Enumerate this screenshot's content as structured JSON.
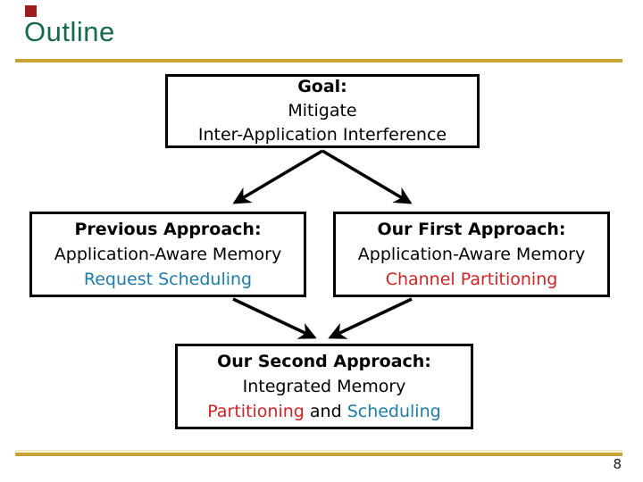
{
  "slide": {
    "title": "Outline",
    "page_number": "8"
  },
  "colors": {
    "title_green": "#17694B",
    "accent_gold": "#C5A233",
    "accent_gold_light": "#F0E9C8",
    "teal_text": "#1E7CA8",
    "red_text": "#CF2424",
    "corner_square_red": "#9D1D1D",
    "box_border_black": "#000000"
  },
  "diagram": {
    "goal_box": {
      "heading": "Goal:",
      "line2": "Mitigate",
      "line3": "Inter-Application Interference"
    },
    "previous_box": {
      "heading": "Previous Approach:",
      "line2": "Application-Aware Memory",
      "line3": "Request Scheduling"
    },
    "first_box": {
      "heading": "Our First Approach:",
      "line2": "Application-Aware Memory",
      "line3": "Channel Partitioning"
    },
    "second_box": {
      "heading": "Our Second Approach:",
      "line2": "Integrated Memory",
      "line3_red": "Partitioning",
      "line3_mid": " and ",
      "line3_teal": "Scheduling"
    }
  }
}
